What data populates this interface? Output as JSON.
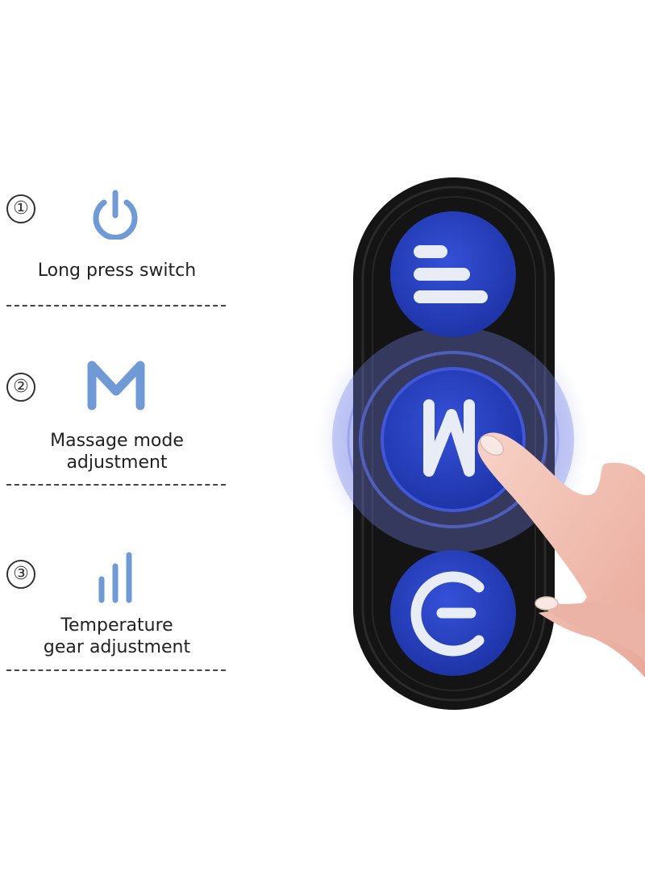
{
  "features": [
    {
      "number": "①",
      "icon": "power-icon",
      "label_lines": [
        "Long press switch"
      ]
    },
    {
      "number": "②",
      "icon": "letter-m-icon",
      "label_lines": [
        "Massage mode",
        "adjustment"
      ]
    },
    {
      "number": "③",
      "icon": "signal-bars-icon",
      "label_lines": [
        "Temperature",
        "gear adjustment"
      ]
    }
  ],
  "remote_buttons": [
    {
      "icon": "levels-icon"
    },
    {
      "icon": "mode-m-icon"
    },
    {
      "icon": "power-icon"
    }
  ],
  "colors": {
    "legend_icon": "#6f9ad6",
    "button_blue": "#2440c4",
    "remote_body": "#141414",
    "glow": "#b8c2f2",
    "glyph": "#e8ecf4",
    "text": "#222222"
  }
}
